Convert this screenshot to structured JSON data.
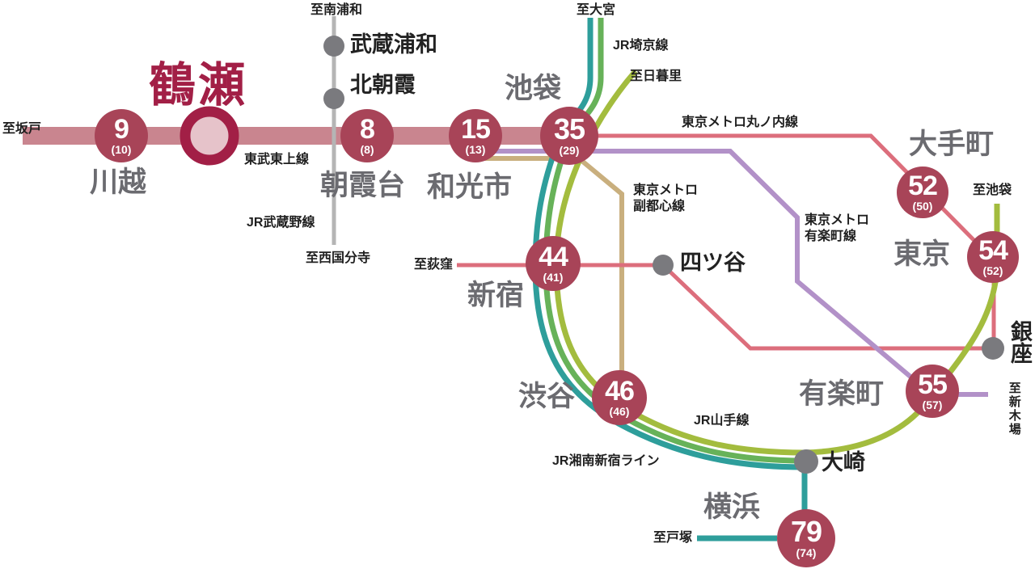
{
  "home_station": "鶴瀬",
  "stations": [
    {
      "name": "川越",
      "min": "9",
      "alt": "(10)"
    },
    {
      "name": "朝霞台",
      "min": "8",
      "alt": "(8)"
    },
    {
      "name": "和光市",
      "min": "15",
      "alt": "(13)"
    },
    {
      "name": "池袋",
      "min": "35",
      "alt": "(29)"
    },
    {
      "name": "新宿",
      "min": "44",
      "alt": "(41)"
    },
    {
      "name": "渋谷",
      "min": "46",
      "alt": "(46)"
    },
    {
      "name": "大手町",
      "min": "52",
      "alt": "(50)"
    },
    {
      "name": "東京",
      "min": "54",
      "alt": "(52)"
    },
    {
      "name": "有楽町",
      "min": "55",
      "alt": "(57)"
    },
    {
      "name": "横浜",
      "min": "79",
      "alt": "(74)"
    }
  ],
  "interchanges": {
    "musashi_urawa": "武蔵浦和",
    "kita_asaka": "北朝霞",
    "yotsuya": "四ツ谷",
    "ginza": "銀座",
    "osaki": "大崎"
  },
  "lines": {
    "tobu_tojo": "東武東上線",
    "jr_musashino": "JR武蔵野線",
    "jr_saikyo": "JR埼京線",
    "metro_marunouchi": "東京メトロ丸ノ内線",
    "metro_fukutoshin": "東京メトロ\n副都心線",
    "metro_yurakucho": "東京メトロ\n有楽町線",
    "jr_yamanote": "JR山手線",
    "jr_shonan_shinjuku": "JR湘南新宿ライン"
  },
  "destinations": {
    "sakado": "至坂戸",
    "minami_urawa": "至南浦和",
    "nishi_kokubunji": "至西国分寺",
    "omiya": "至大宮",
    "nippori": "至日暮里",
    "ikebukuro": "至池袋",
    "ogikubo": "至荻窪",
    "shin_kiba": "至新木場",
    "totsuka": "至戸塚"
  },
  "colors": {
    "tojo_band": "#C9858F",
    "time_circle": "#A84458",
    "home_ring": "#A21F46",
    "home_ring_fill": "#E6C3CA",
    "shonan_teal": "#2E9E9B",
    "saikyo_green": "#67B259",
    "yamanote_olive": "#A3BC3E",
    "yurakucho_purple": "#B291C8",
    "fukutoshin_tan": "#C9AF7E",
    "marunouchi_pink": "#DC6E7C",
    "musashino_gray": "#B5B5B5",
    "dot_gray": "#7A7A7E",
    "station_text_gray": "#6B6B70"
  }
}
